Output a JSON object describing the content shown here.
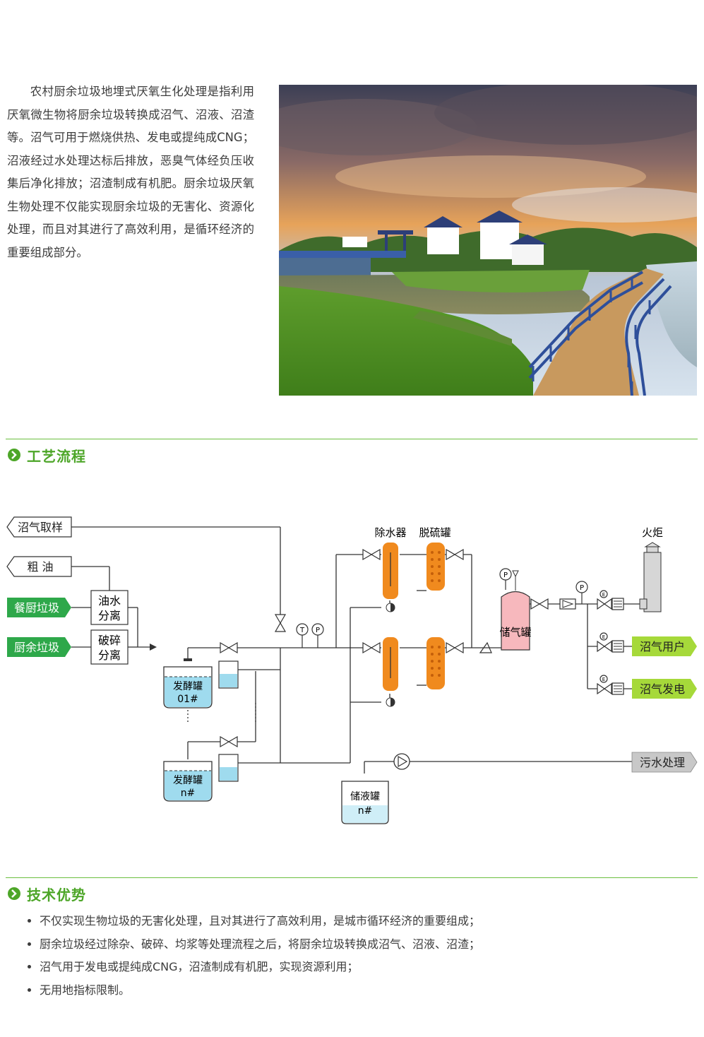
{
  "intro": {
    "paragraph": "农村厨余垃圾地埋式厌氧生化处理是指利用厌氧微生物将厨余垃圾转换成沼气、沼液、沼渣等。沼气可用于燃烧供热、发电或提纯成CNG；沼液经过水处理达标后排放，恶臭气体经负压收集后净化排放；沼渣制成有机肥。厨余垃圾厌氧生物处理不仅能实现厨余垃圾的无害化、资源化处理，而且对其进行了高效利用，是循环经济的重要组成部分。"
  },
  "sections": {
    "process": {
      "title": "工艺流程"
    },
    "advantages": {
      "title": "技术优势"
    }
  },
  "diagram": {
    "inputs": {
      "biogas_sampling": "沼气取样",
      "crude_oil": "粗 油",
      "kitchen_waste": "餐厨垃圾",
      "food_waste": "厨余垃圾"
    },
    "boxes": {
      "oil_water_sep_1": "油水",
      "oil_water_sep_2": "分离",
      "crush_sep_1": "破碎",
      "crush_sep_2": "分离"
    },
    "tanks": {
      "ferment_1_name": "发酵罐",
      "ferment_1_id": "01#",
      "ferment_n_name": "发酵罐",
      "ferment_n_id": "n#",
      "storage_liquid_name": "储液罐",
      "storage_liquid_id": "n#",
      "gas_storage": "储气罐"
    },
    "equipment": {
      "dehydrator": "除水器",
      "desulfurizer": "脱硫罐",
      "flare": "火炬"
    },
    "gauges": {
      "t": "T",
      "p": "P",
      "flow": "E"
    },
    "outputs": {
      "biogas_users": "沼气用户",
      "biogas_power": "沼气发电",
      "sewage_treatment": "污水处理"
    },
    "colors": {
      "green_input": "#2ea84a",
      "yellow_output": "#a6d93a",
      "gray_output": "#c8c8c8",
      "orange_vessel": "#f08a1e",
      "pink_tank": "#f7b8bd",
      "liquid_blue": "#9fdbee"
    }
  },
  "advantages": {
    "items": [
      "不仅实现生物垃圾的无害化处理，且对其进行了高效利用，是城市循环经济的重要组成；",
      "厨余垃圾经过除杂、破碎、均浆等处理流程之后，将厨余垃圾转换成沼气、沼液、沼渣；",
      "沼气用于发电或提纯成CNG，沼渣制成有机肥，实现资源利用；",
      "无用地指标限制。"
    ]
  },
  "icons": {
    "section_marker": "chevron-circle-icon"
  }
}
